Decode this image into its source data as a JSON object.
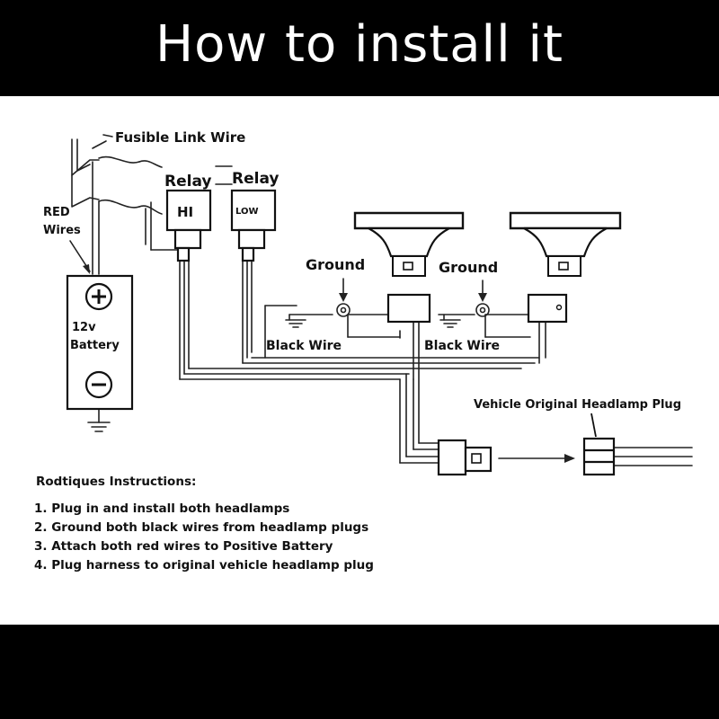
{
  "header": {
    "title": "How to install it"
  },
  "diagram": {
    "fusible_link_label": "Fusible Link Wire",
    "relay_label_1": "Relay",
    "relay_label_2": "Relay",
    "relay_hi": "HI",
    "relay_low": "LOW",
    "red_wires_line1": "RED",
    "red_wires_line2": "Wires",
    "battery_line1": "12v",
    "battery_line2": "Battery",
    "ground_label_1": "Ground",
    "ground_label_2": "Ground",
    "black_wire_1": "Black Wire",
    "black_wire_2": "Black Wire",
    "vehicle_plug_label": "Vehicle Original Headlamp Plug"
  },
  "instructions": {
    "heading": "Rodtiques Instructions:",
    "steps": [
      "1. Plug in and install both headlamps",
      "2. Ground both black wires from headlamp plugs",
      "3. Attach both red wires to Positive Battery",
      "4. Plug harness to original vehicle headlamp plug"
    ]
  }
}
